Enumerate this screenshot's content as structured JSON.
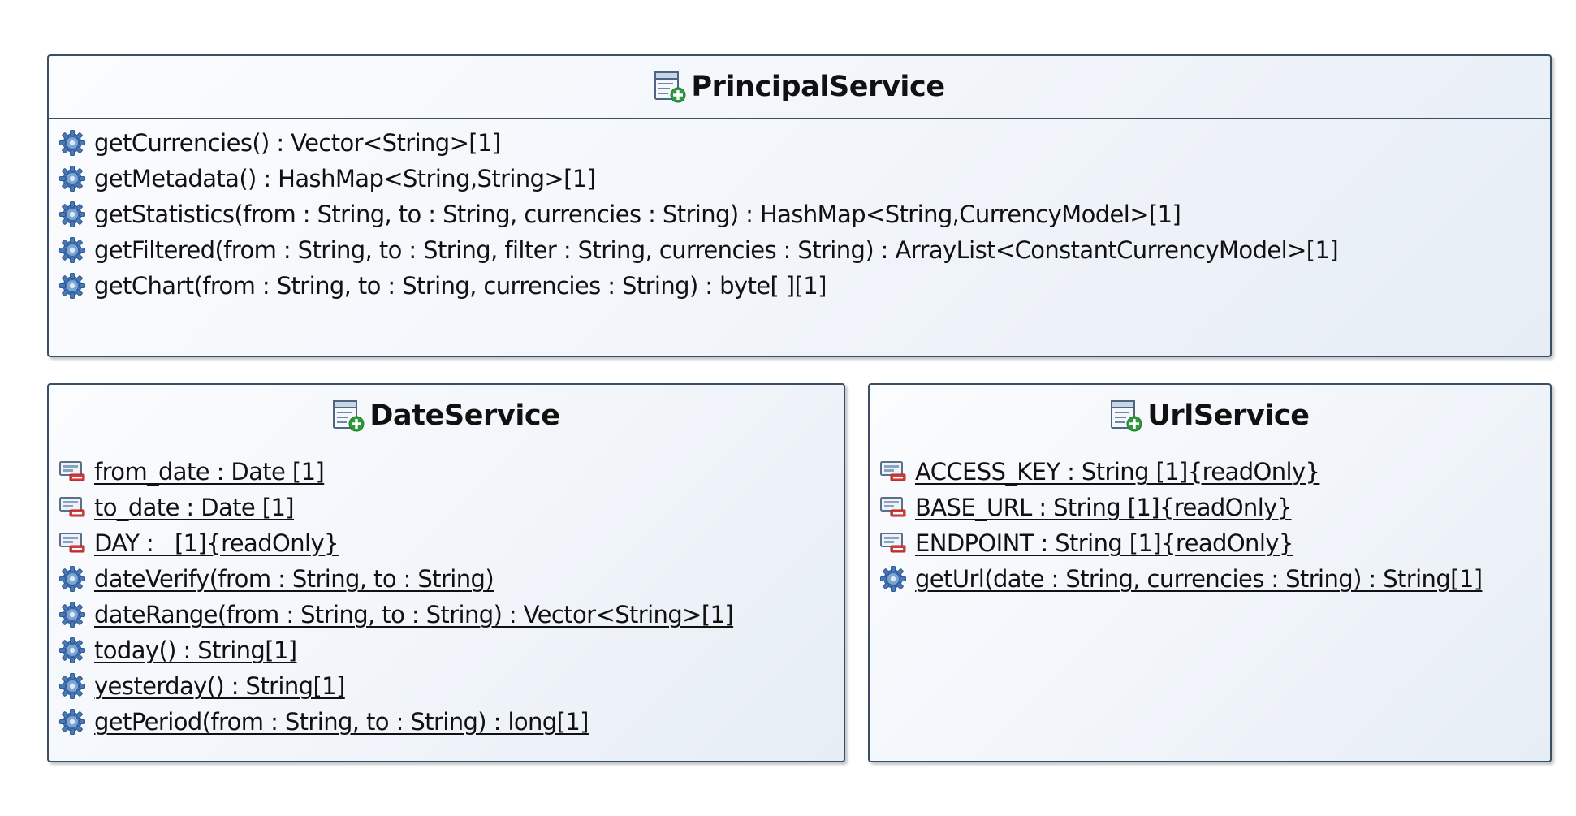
{
  "classes": {
    "principal": {
      "name": "PrincipalService",
      "icon": "class-icon",
      "members": [
        {
          "text": "getCurrencies() : Vector<String>[1]",
          "kind": "operation",
          "icon": "gear-icon"
        },
        {
          "text": "getMetadata() : HashMap<String,String>[1]",
          "kind": "operation",
          "icon": "gear-icon"
        },
        {
          "text": "getStatistics(from : String, to : String, currencies : String) : HashMap<String,CurrencyModel>[1]",
          "kind": "operation",
          "icon": "gear-icon"
        },
        {
          "text": "getFiltered(from : String, to : String, filter : String, currencies : String) : ArrayList<ConstantCurrencyModel>[1]",
          "kind": "operation",
          "icon": "gear-icon"
        },
        {
          "text": "getChart(from : String, to : String, currencies : String) : byte[ ][1]",
          "kind": "operation",
          "icon": "gear-icon"
        }
      ]
    },
    "date": {
      "name": "DateService",
      "icon": "class-icon",
      "members": [
        {
          "text": "from_date : Date [1]",
          "kind": "attribute",
          "icon": "private-field-icon"
        },
        {
          "text": "to_date : Date [1]",
          "kind": "attribute",
          "icon": "private-field-icon"
        },
        {
          "text": "DAY :   [1]{readOnly}",
          "kind": "attribute",
          "icon": "private-field-icon"
        },
        {
          "text": "dateVerify(from : String, to : String)",
          "kind": "operation",
          "icon": "gear-icon"
        },
        {
          "text": "dateRange(from : String, to : String) : Vector<String>[1]",
          "kind": "operation",
          "icon": "gear-icon"
        },
        {
          "text": "today() : String[1]",
          "kind": "operation",
          "icon": "gear-icon"
        },
        {
          "text": "yesterday() : String[1]",
          "kind": "operation",
          "icon": "gear-icon"
        },
        {
          "text": "getPeriod(from : String, to : String) : long[1]",
          "kind": "operation",
          "icon": "gear-icon"
        }
      ]
    },
    "url": {
      "name": "UrlService",
      "icon": "class-icon",
      "members": [
        {
          "text": "ACCESS_KEY : String [1]{readOnly}",
          "kind": "attribute",
          "icon": "private-field-icon"
        },
        {
          "text": "BASE_URL : String [1]{readOnly}",
          "kind": "attribute",
          "icon": "private-field-icon"
        },
        {
          "text": "ENDPOINT : String [1]{readOnly}",
          "kind": "attribute",
          "icon": "private-field-icon"
        },
        {
          "text": "getUrl(date : String, currencies : String) : String[1]",
          "kind": "operation",
          "icon": "gear-icon"
        }
      ]
    }
  },
  "colors": {
    "border": "#3b4f62",
    "gear": "#4a78b5",
    "class_icon_plus": "#2e9a3c",
    "field_minus": "#d33a3a"
  }
}
